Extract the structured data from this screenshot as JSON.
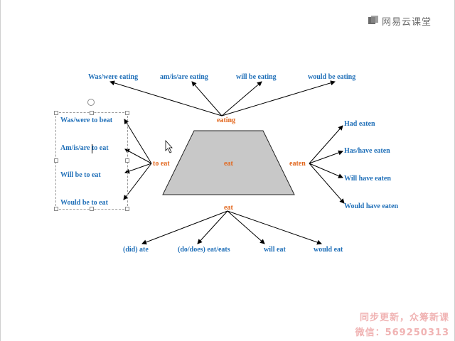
{
  "logo": {
    "text": "网易云课堂",
    "icon": "netease-cloud-classroom-logo"
  },
  "center": {
    "label": "eat"
  },
  "top": {
    "hub": "eating",
    "items": [
      "Was/were eating",
      "am/is/are eating",
      "will be eating",
      "would be eating"
    ]
  },
  "left": {
    "hub": "to eat",
    "items": [
      "Was/were to beat",
      "Am/is/are to eat",
      "Will be to eat",
      "Would be to eat"
    ]
  },
  "right": {
    "hub": "eaten",
    "items": [
      "Had eaten",
      "Has/have eaten",
      "Will have eaten",
      "Would have eaten"
    ]
  },
  "bottom": {
    "hub": "eat",
    "items": [
      "(did) ate",
      "(do/does) eat/eats",
      "will eat",
      "would eat"
    ]
  },
  "watermark": {
    "line1": "同步更新，众筹新课",
    "line2": "微信：569250313"
  },
  "colors": {
    "blue": "#1f6fb8",
    "orange": "#e2661c",
    "trapezoid": "#c8c8c8"
  }
}
